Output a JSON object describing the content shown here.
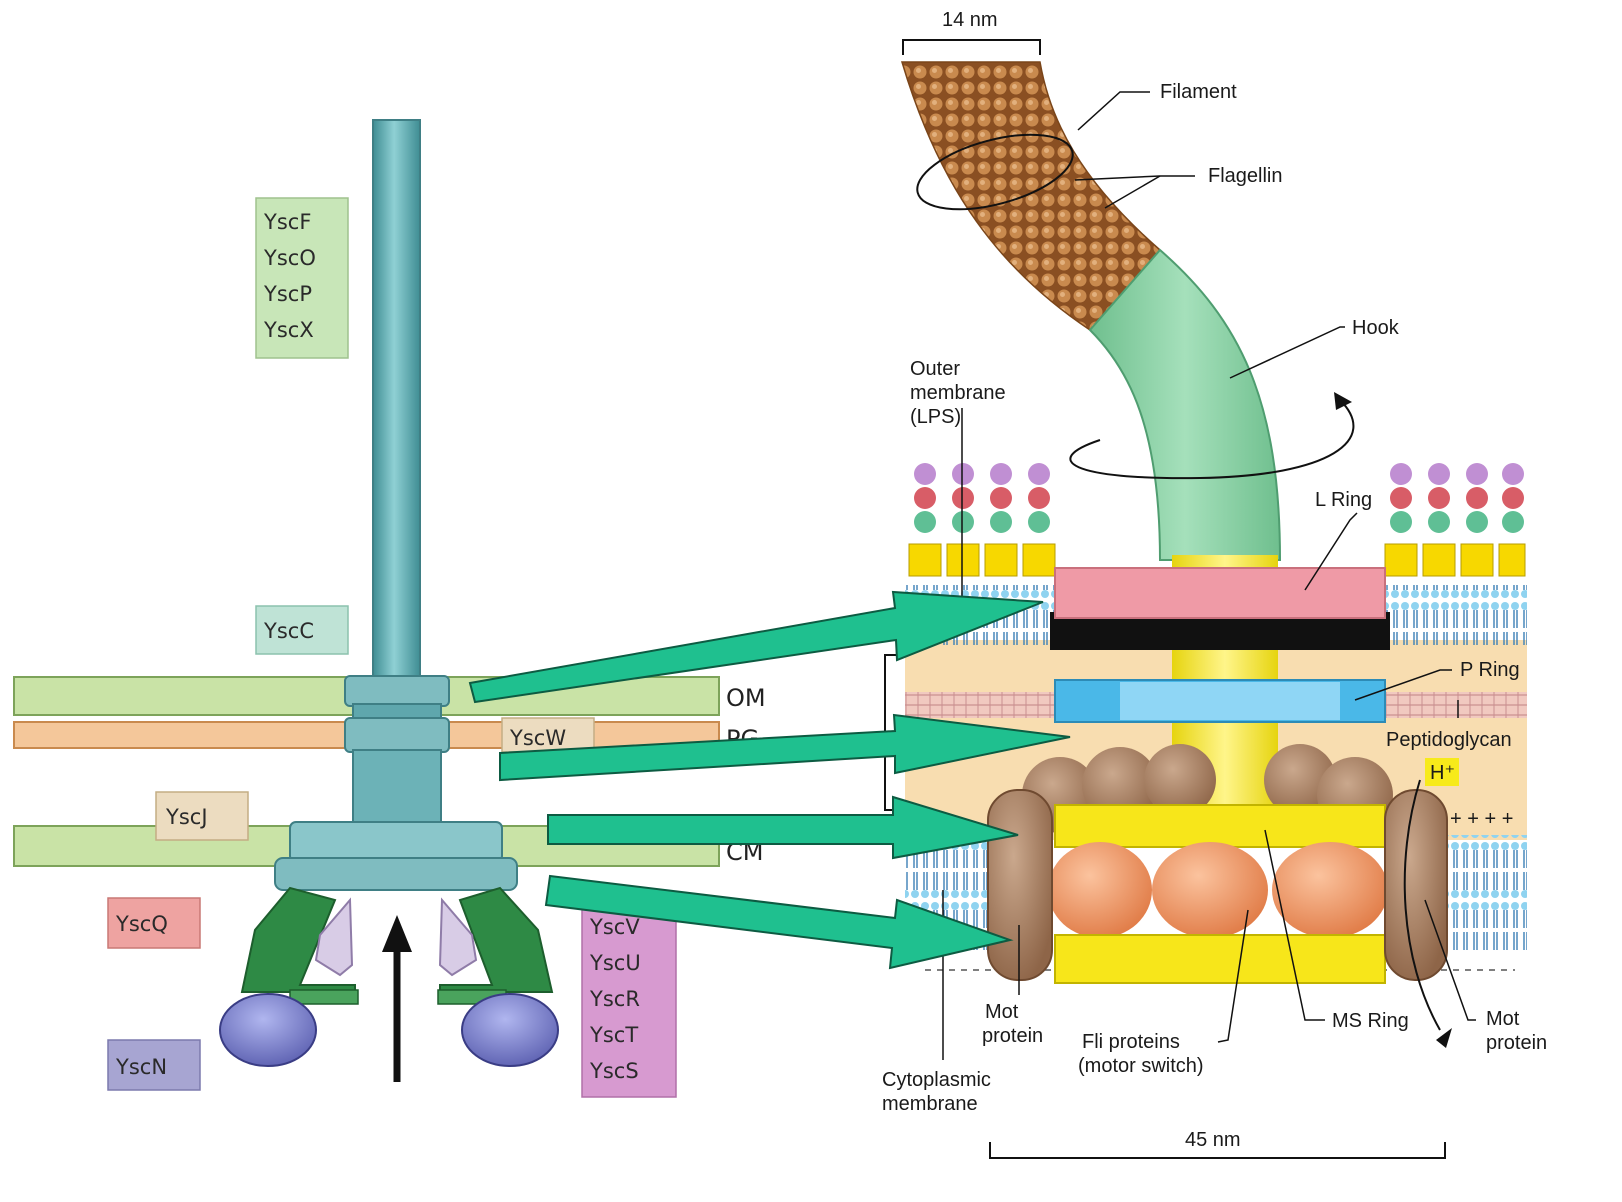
{
  "left_diagram": {
    "needle_proteins": [
      "YscF",
      "YscO",
      "YscP",
      "YscX"
    ],
    "secretin": "YscC",
    "pilotin": "YscW",
    "inner_ring": "YscJ",
    "c_ring": "YscQ",
    "atpase": "YscN",
    "export_apparatus": [
      "YscV",
      "YscU",
      "YscR",
      "YscT",
      "YscS"
    ],
    "membranes": {
      "om": "OM",
      "pg": "PG",
      "cm": "CM"
    }
  },
  "right_diagram": {
    "width_top": "14 nm",
    "width_bottom": "45 nm",
    "labels": {
      "filament": "Filament",
      "flagellin": "Flagellin",
      "hook": "Hook",
      "outer_membrane": [
        "Outer",
        "membrane",
        "(LPS)"
      ],
      "l_ring": "L Ring",
      "p_ring": "P Ring",
      "peptidoglycan": "Peptidoglycan",
      "proton": "H⁺",
      "mot_left": [
        "Mot",
        "protein"
      ],
      "mot_right": [
        "Mot",
        "protein"
      ],
      "fli": [
        "Fli proteins",
        "(motor switch)"
      ],
      "ms_ring": "MS Ring",
      "cytoplasmic": [
        "Cytoplasmic",
        "membrane"
      ]
    }
  },
  "colors": {
    "needle": "#5fa7ad",
    "om_band": "#c9e3a6",
    "pg_band": "#f4c79a",
    "arrow": "#1fc08f",
    "hook": "#8ed1a6",
    "filament": "#b9773f",
    "l_ring": "#ef9aa6",
    "p_ring": "#4ab8e8",
    "rod": "#f2e619",
    "periplasm": "#f8ddb0"
  }
}
